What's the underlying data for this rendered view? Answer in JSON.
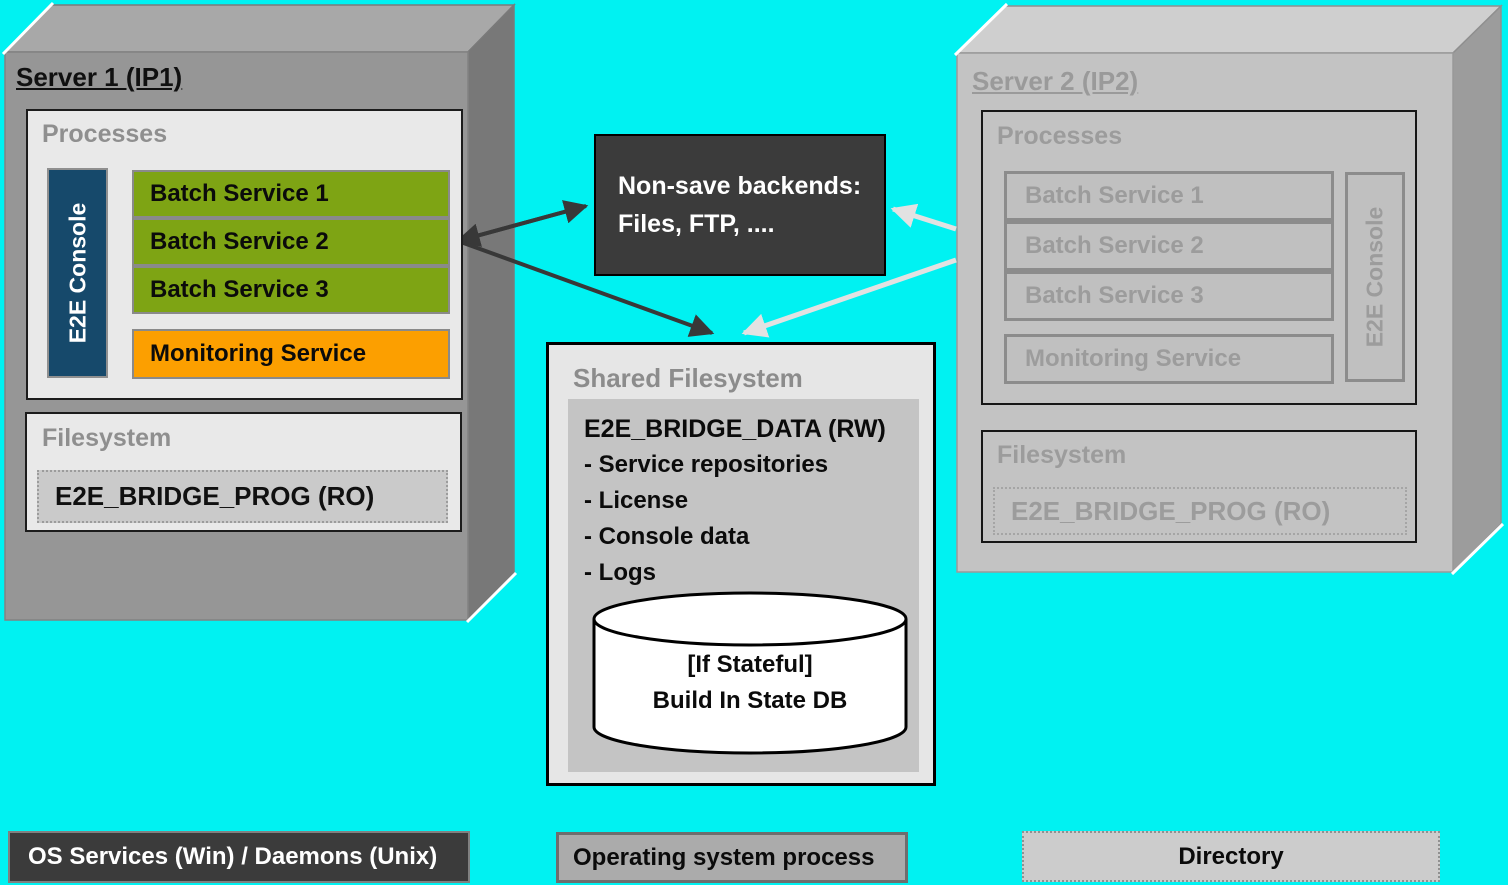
{
  "colors": {
    "background": "#00F2F2",
    "batch_service_green": "#7EA414",
    "monitoring_orange": "#FC9F00",
    "console_blue": "#16496B",
    "dark_box": "#3B3B3B",
    "inactive_gray": "#C2C2C2"
  },
  "server1": {
    "title": "Server 1 (IP1)",
    "processes_label": "Processes",
    "console_label": "E2E Console",
    "services": [
      "Batch Service 1",
      "Batch Service 2",
      "Batch Service 3"
    ],
    "monitoring_label": "Monitoring Service",
    "filesystem_label": "Filesystem",
    "directory_label": "E2E_BRIDGE_PROG (RO)"
  },
  "server2": {
    "title": "Server 2 (IP2)",
    "processes_label": "Processes",
    "console_label": "E2E Console",
    "services": [
      "Batch Service 1",
      "Batch Service 2",
      "Batch Service 3"
    ],
    "monitoring_label": "Monitoring Service",
    "filesystem_label": "Filesystem",
    "directory_label": "E2E_BRIDGE_PROG (RO)"
  },
  "backends": {
    "line1": "Non-save backends:",
    "line2": "Files, FTP, ...."
  },
  "shared_fs": {
    "title": "Shared Filesystem",
    "heading": "E2E_BRIDGE_DATA (RW)",
    "items": [
      "- Service repositories",
      "- License",
      "- Console data",
      "- Logs"
    ],
    "db_line1": "[If Stateful]",
    "db_line2": "Build In State DB"
  },
  "legend": [
    {
      "label": "OS Services (Win) / Daemons (Unix)"
    },
    {
      "label": "Operating system process"
    },
    {
      "label": "Directory"
    }
  ]
}
